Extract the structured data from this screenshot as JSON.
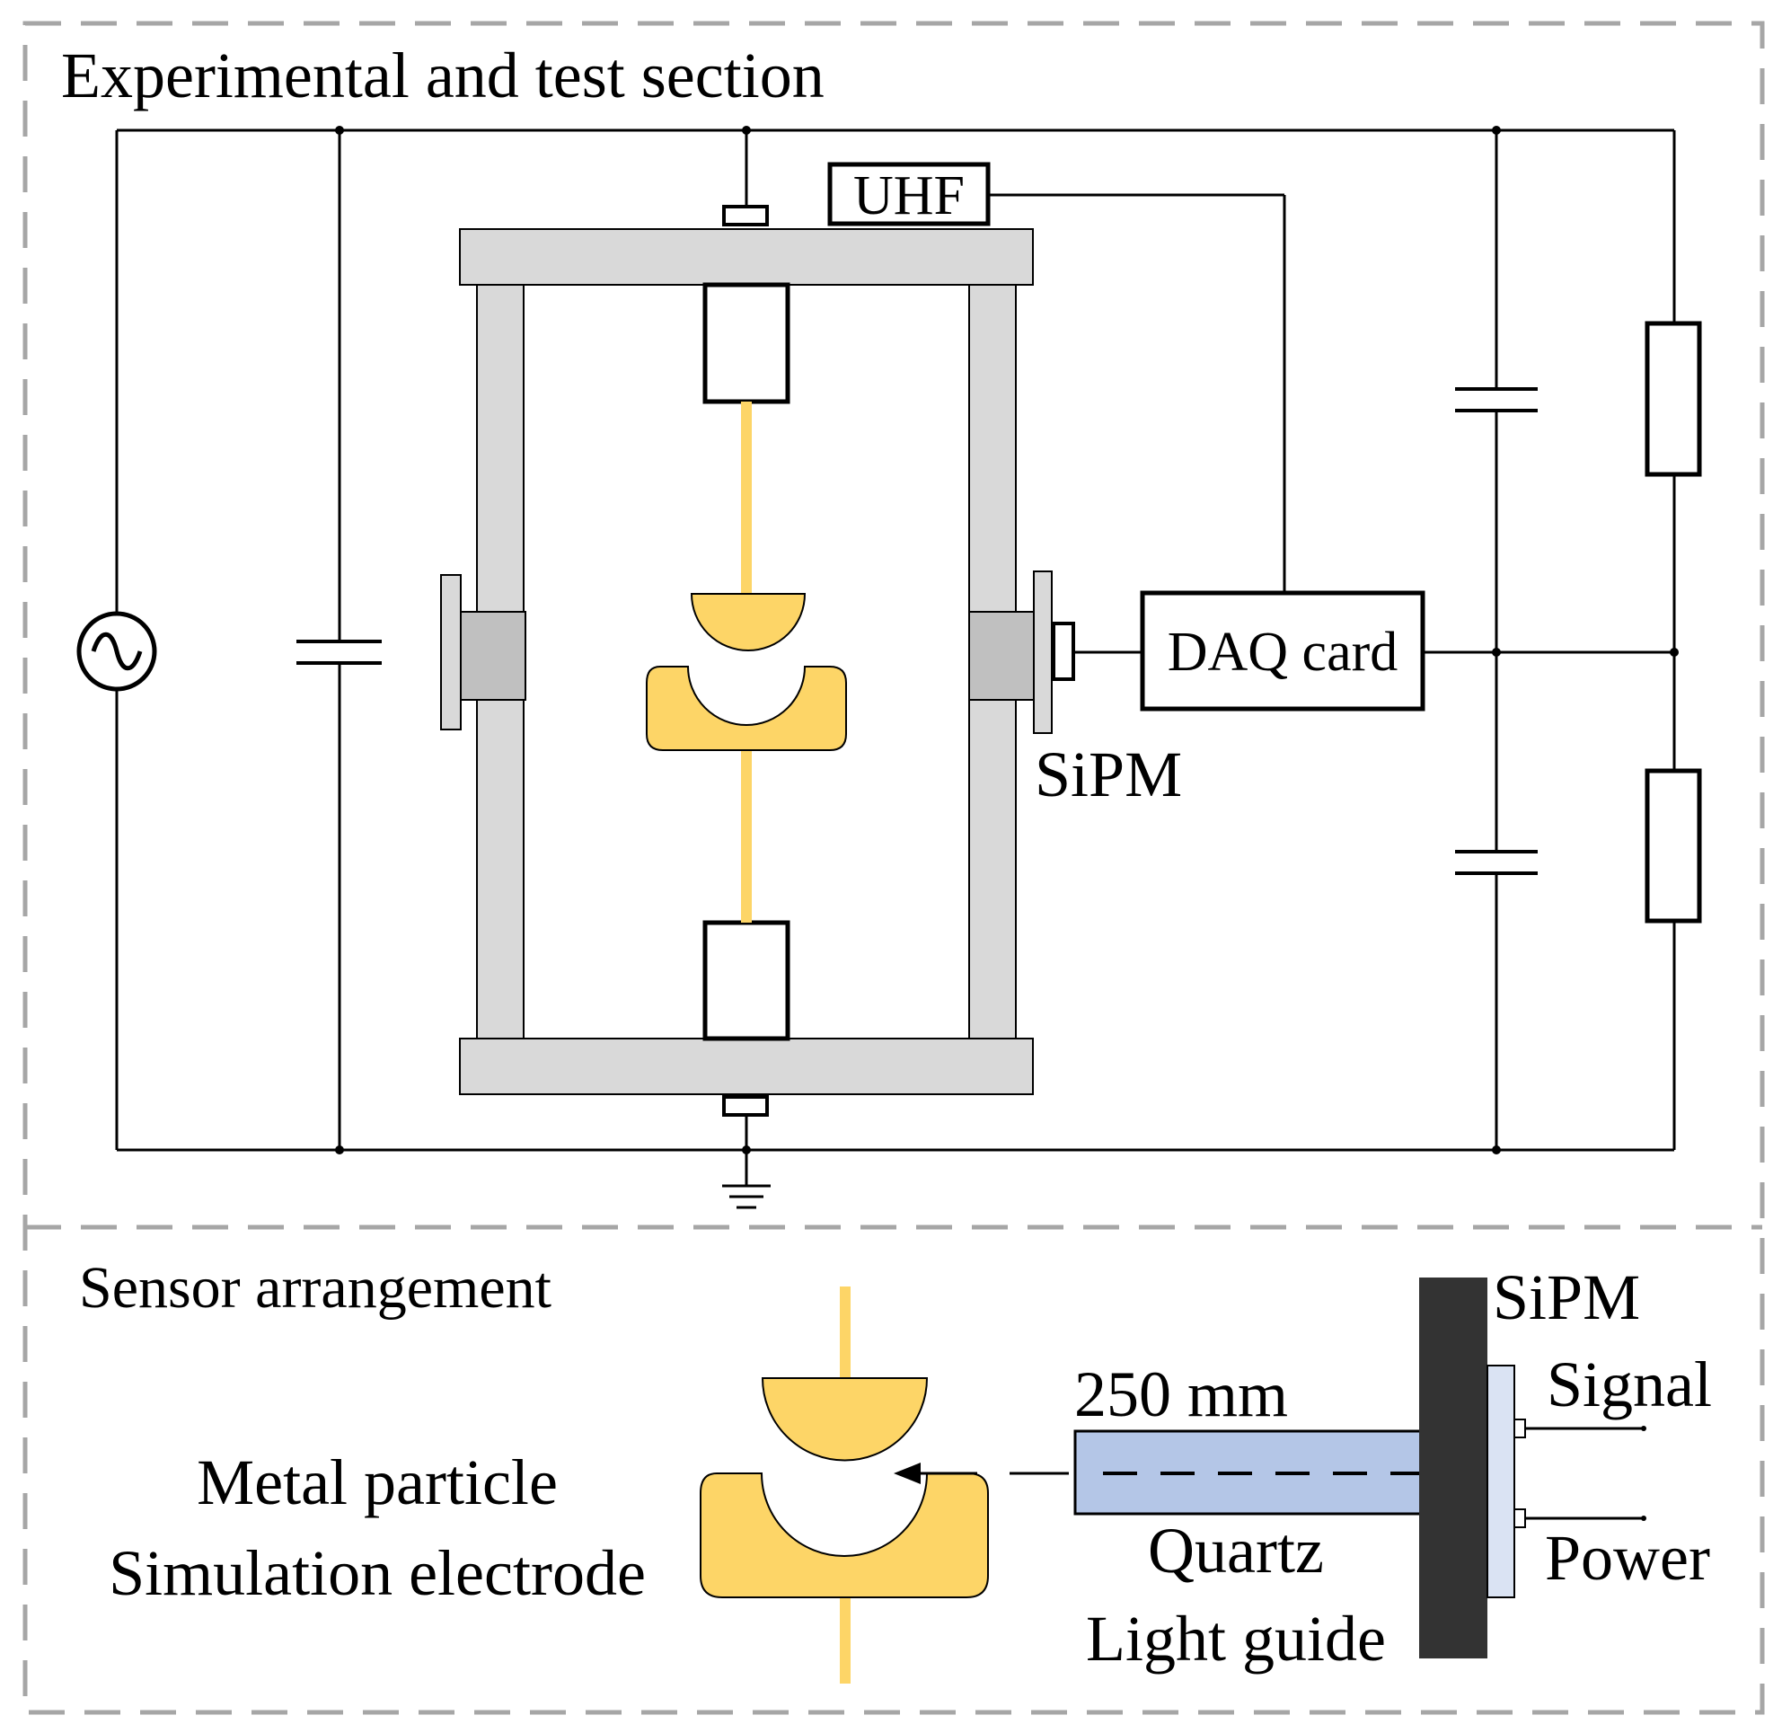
{
  "sections": {
    "top_title": "Experimental and test section",
    "bottom_title": "Sensor arrangement"
  },
  "labels": {
    "uhf": "UHF",
    "daq": "DAQ card",
    "sipm_top": "SiPM",
    "sipm_bottom": "SiPM",
    "distance": "250 mm",
    "metal_particle": "Metal particle",
    "simulation_electrode": "Simulation electrode",
    "quartz": "Quartz",
    "light_guide": "Light guide",
    "signal": "Signal",
    "power": "Power"
  },
  "colors": {
    "frame_gray": "#d9d9d9",
    "window_gray": "#c0c0c0",
    "electrode_yellow": "#fdd567",
    "rod_yellow": "#fdd567",
    "light_guide_blue": "#b4c6e7",
    "sipm_plate": "#333333",
    "sipm_chip": "#dae3f3",
    "dashed_border": "#a6a6a6"
  },
  "icons": {
    "ac_source": "ac-source-icon",
    "ground": "ground-icon",
    "capacitor": "capacitor-icon",
    "resistor": "resistor-icon"
  }
}
